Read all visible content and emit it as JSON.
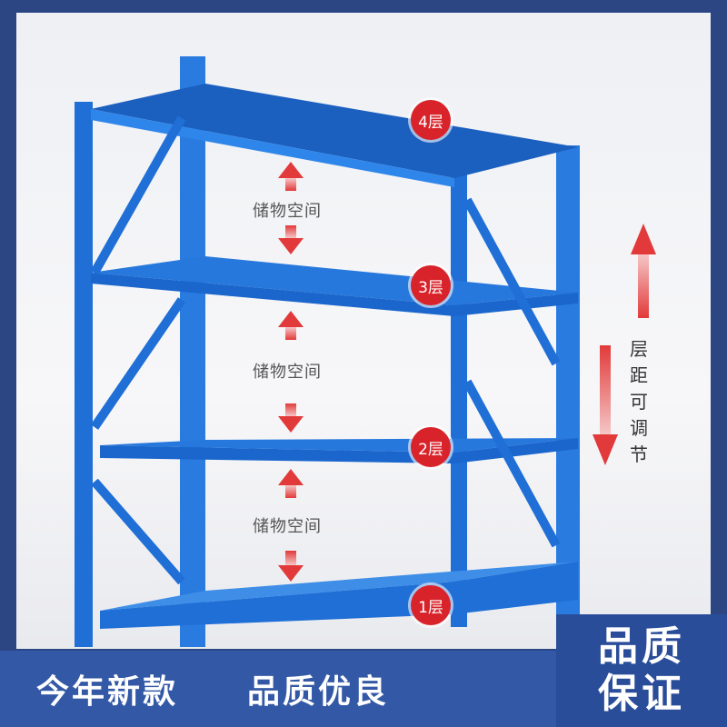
{
  "levels": [
    "4层",
    "3层",
    "2层",
    "1层"
  ],
  "storage_label": "储物空间",
  "adjustable_text": "层距可调节",
  "slogans": [
    "今年新款",
    "品质优良"
  ],
  "quality_badge": [
    "品质",
    "保证"
  ],
  "colors": {
    "rack": "#1f6fd6",
    "badge": "#d8232a",
    "band": "#3358a6",
    "frame": "#2c4684"
  }
}
